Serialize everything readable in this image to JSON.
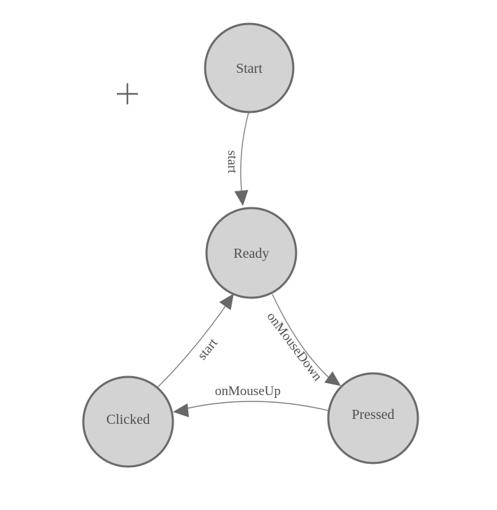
{
  "colors": {
    "background": "#ffffff",
    "node_fill": "#d3d3d3",
    "node_stroke": "#6a6a6a",
    "edge_line": "#7f7f7f",
    "arrow": "#686868",
    "text": "#4f4f4f",
    "crosshair": "#666666"
  },
  "diagram": {
    "type": "state-machine",
    "nodes": [
      {
        "id": "start",
        "label": "Start"
      },
      {
        "id": "ready",
        "label": "Ready"
      },
      {
        "id": "clicked",
        "label": "Clicked"
      },
      {
        "id": "pressed",
        "label": "Pressed"
      }
    ],
    "edges": [
      {
        "from": "Start",
        "to": "Ready",
        "label": "start"
      },
      {
        "from": "Ready",
        "to": "Pressed",
        "label": "onMouseDown"
      },
      {
        "from": "Pressed",
        "to": "Clicked",
        "label": "onMouseUp"
      },
      {
        "from": "Clicked",
        "to": "Ready",
        "label": "start"
      }
    ]
  }
}
